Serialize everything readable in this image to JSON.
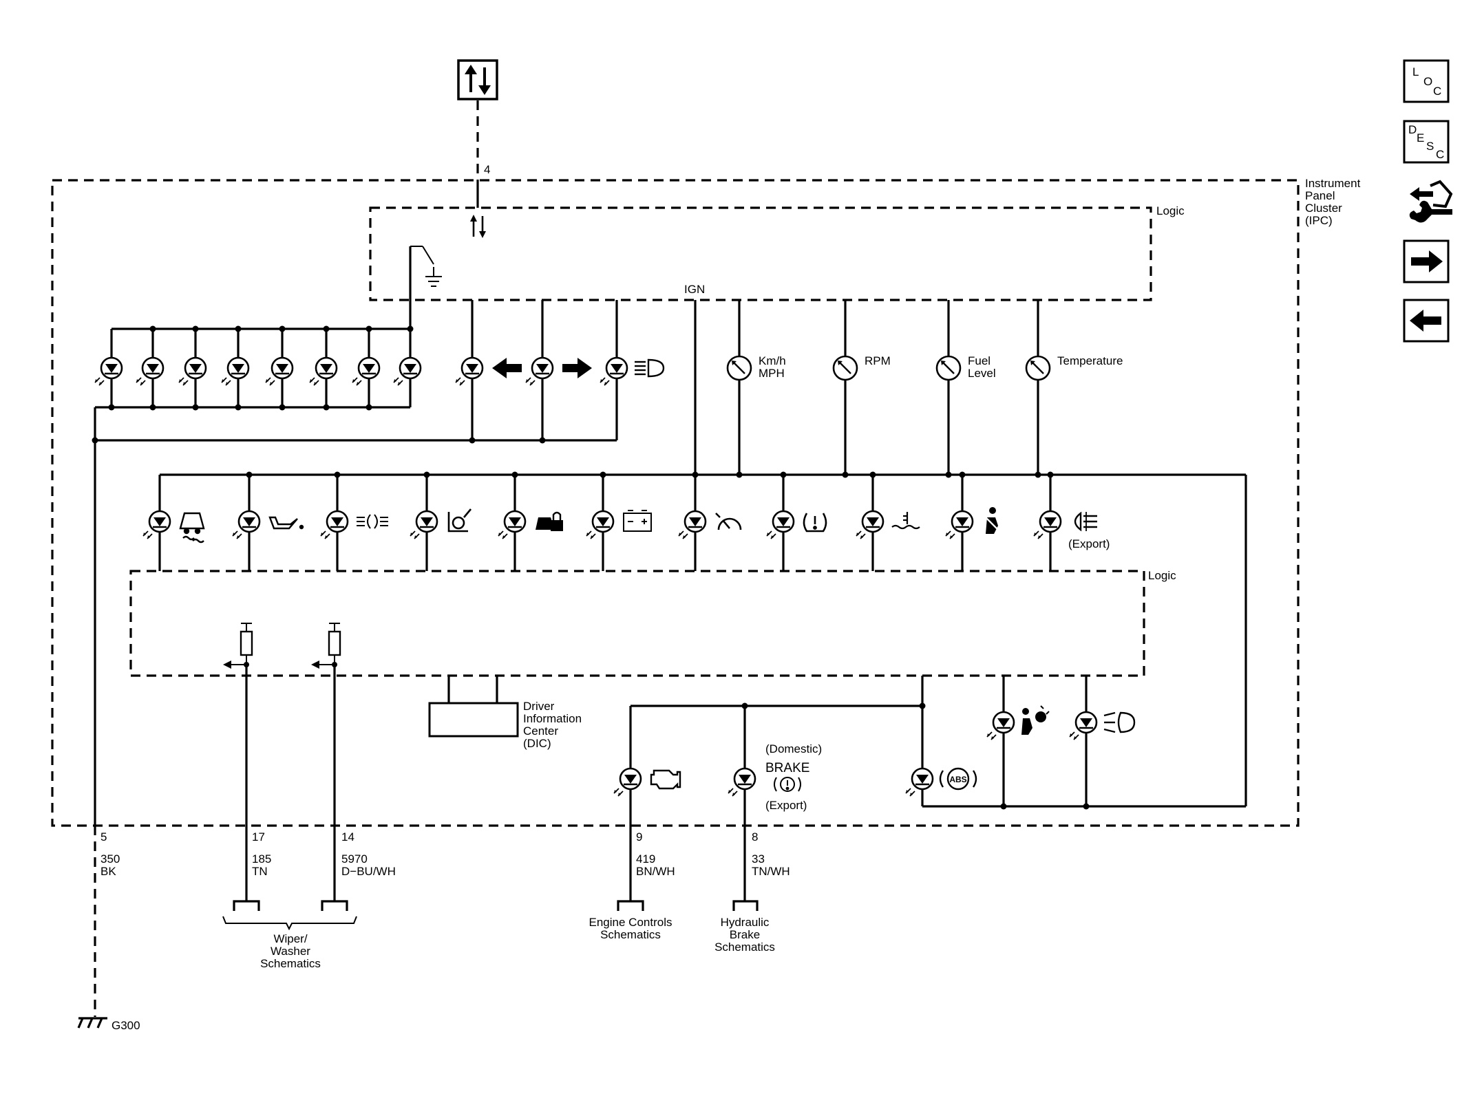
{
  "module": {
    "name_lines": [
      "Instrument",
      "Panel",
      "Cluster",
      "(IPC)"
    ],
    "upper_logic": "Logic",
    "lower_logic": "Logic",
    "ign": "IGN",
    "data_pin": "4"
  },
  "gauges": [
    {
      "lines": [
        "Km/h",
        "MPH"
      ]
    },
    {
      "lines": [
        "RPM"
      ]
    },
    {
      "lines": [
        "Fuel",
        "Level"
      ]
    },
    {
      "lines": [
        "Temperature"
      ]
    }
  ],
  "indicators": {
    "fog_export": "(Export)",
    "brake_domestic": "(Domestic)",
    "brake_word": "BRAKE",
    "brake_export": "(Export)",
    "abs_text": "ABS"
  },
  "dic": {
    "lines": [
      "Driver",
      "Information",
      "Center",
      "(DIC)"
    ]
  },
  "circuits": [
    {
      "pin": "5",
      "circuit": "350",
      "color": "BK"
    },
    {
      "pin": "17",
      "circuit": "185",
      "color": "TN"
    },
    {
      "pin": "14",
      "circuit": "5970",
      "color": "D−BU/WH"
    },
    {
      "pin": "9",
      "circuit": "419",
      "color": "BN/WH"
    },
    {
      "pin": "8",
      "circuit": "33",
      "color": "TN/WH"
    }
  ],
  "destinations": {
    "wiper": [
      "Wiper/",
      "Washer",
      "Schematics"
    ],
    "engine": [
      "Engine Controls",
      "Schematics"
    ],
    "brake": [
      "Hydraulic",
      "Brake",
      "Schematics"
    ]
  },
  "ground": "G300",
  "nav": {
    "loc": {
      "big": "L",
      "small": "O",
      "sub": "C"
    },
    "desc": {
      "big": "D",
      "small": "E",
      "sub": "S",
      "sub2": "C"
    }
  }
}
